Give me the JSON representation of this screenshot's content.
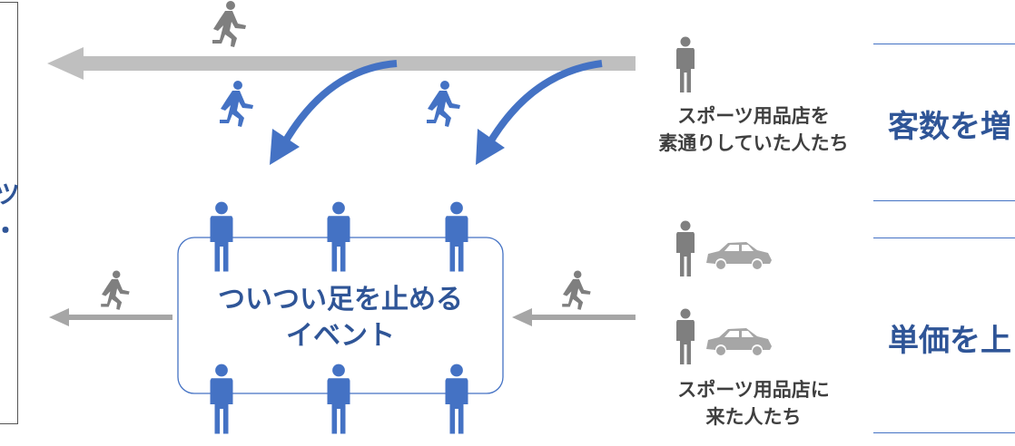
{
  "labels": {
    "passersby": [
      "スポーツ用品店を",
      "素通りしていた人たち"
    ],
    "visitors": [
      "スポーツ用品店に",
      "来た人たち"
    ],
    "event": [
      "ついつい足を止める",
      "イベント"
    ],
    "right_top": "客数を増",
    "right_bottom": "単価を上",
    "left_edge_chars": [
      "ツ",
      "・"
    ]
  },
  "colors": {
    "accent_blue": "#4472c4",
    "text_blue": "#2f5597",
    "gray": "#a6a6a6",
    "dark_gray": "#7f7f7f",
    "text_gray": "#3f3f3f"
  },
  "icons": [
    "running-person-icon",
    "standing-person-icon",
    "car-icon",
    "curved-arrow-icon"
  ]
}
